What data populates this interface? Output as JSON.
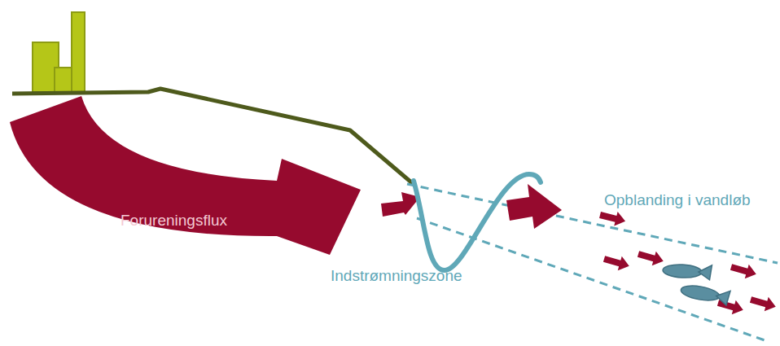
{
  "diagram": {
    "nodes": [
      {
        "text": [
          "Forureningsflux"
        ]
      }
    ],
    "labels": [
      "Indstrømningszone",
      "Opblanding i vandløb"
    ]
  }
}
